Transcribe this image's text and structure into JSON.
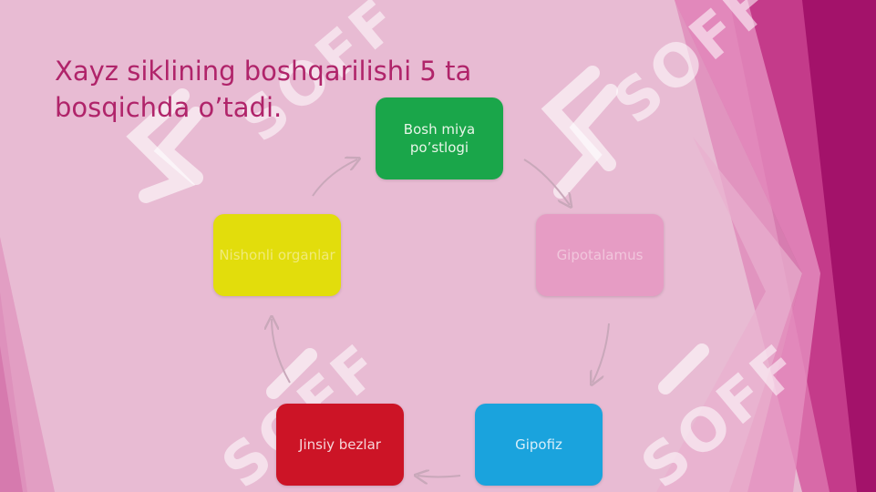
{
  "slide": {
    "title": "Xayz siklining boshqarilishi 5 ta bosqichda o’tadi."
  },
  "cycle": {
    "nodes": [
      {
        "id": "cortex",
        "label": "Bosh miya po’stlogi",
        "color": "#1aa64a"
      },
      {
        "id": "hypothalamus",
        "label": "Gipotalamus",
        "color": "#e69cc4"
      },
      {
        "id": "pituitary",
        "label": "Gipofiz",
        "color": "#1aa3dd"
      },
      {
        "id": "gonads",
        "label": "Jinsiy bezlar",
        "color": "#cc1426"
      },
      {
        "id": "target",
        "label": "Nishonli organlar",
        "color": "#e2dd0c"
      }
    ]
  },
  "watermark": {
    "text": "SOFF"
  },
  "colors": {
    "background": "#e7b9d1",
    "title": "#b0246a",
    "accent_magenta": "#b5156f"
  }
}
